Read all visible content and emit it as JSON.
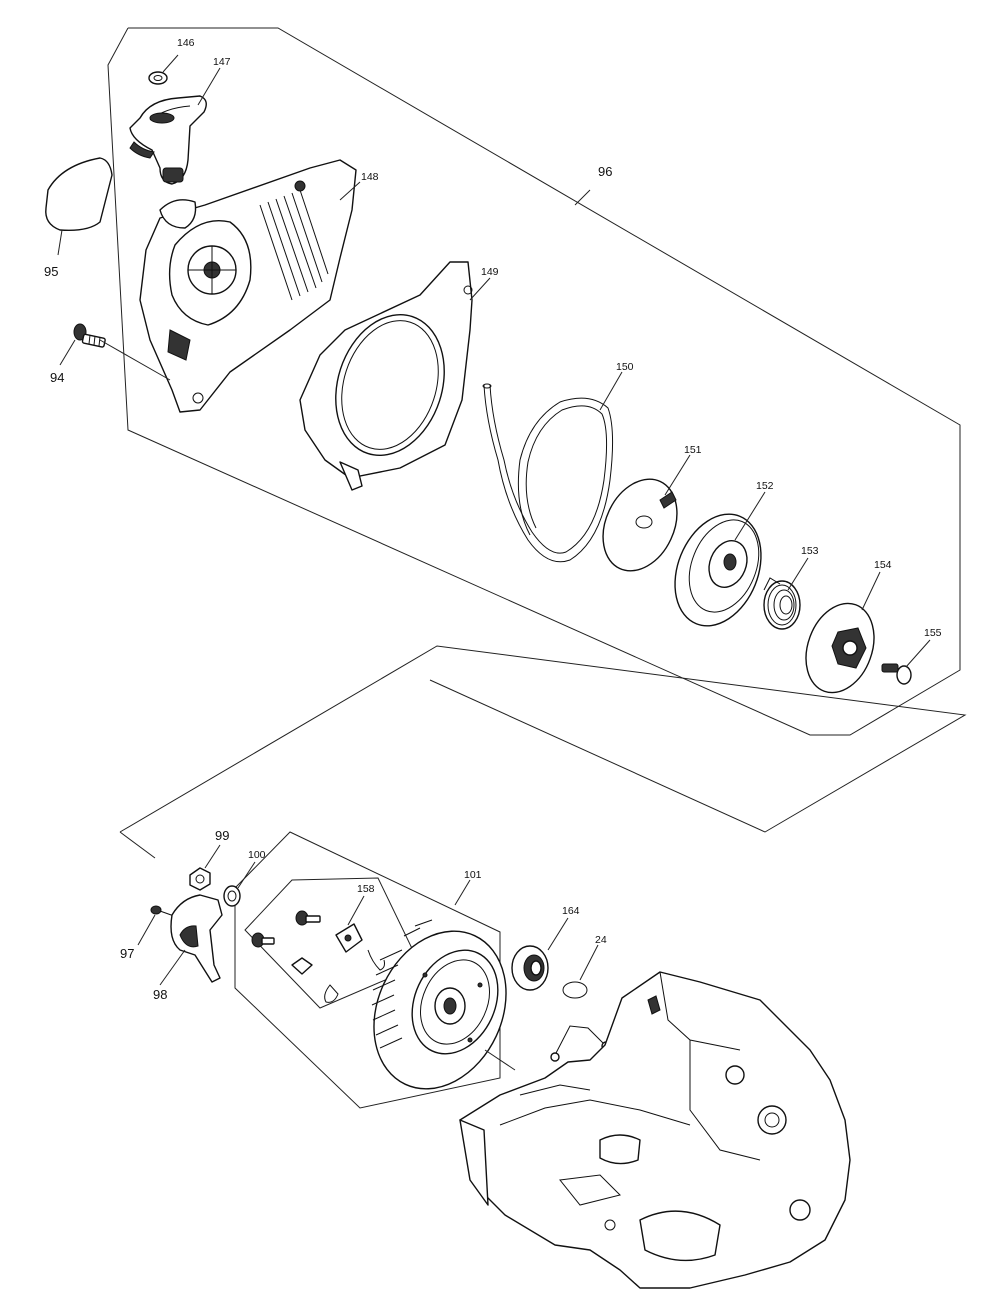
{
  "groups": {
    "upper_assembly": "96",
    "flywheel_assembly": "101",
    "screw_set": "158"
  },
  "labels": [
    {
      "id": "p146",
      "text": "146"
    },
    {
      "id": "p147",
      "text": "147"
    },
    {
      "id": "p148",
      "text": "148"
    },
    {
      "id": "p149",
      "text": "149"
    },
    {
      "id": "p150",
      "text": "150"
    },
    {
      "id": "p151",
      "text": "151"
    },
    {
      "id": "p152",
      "text": "152"
    },
    {
      "id": "p153",
      "text": "153"
    },
    {
      "id": "p154",
      "text": "154"
    },
    {
      "id": "p155",
      "text": "155"
    },
    {
      "id": "p95",
      "text": "95"
    },
    {
      "id": "p94",
      "text": "94"
    },
    {
      "id": "p96",
      "text": "96"
    },
    {
      "id": "p99",
      "text": "99"
    },
    {
      "id": "p100",
      "text": "100"
    },
    {
      "id": "p101",
      "text": "101"
    },
    {
      "id": "p158",
      "text": "158"
    },
    {
      "id": "p164",
      "text": "164"
    },
    {
      "id": "p24",
      "text": "24"
    },
    {
      "id": "p97",
      "text": "97"
    },
    {
      "id": "p98",
      "text": "98"
    }
  ]
}
